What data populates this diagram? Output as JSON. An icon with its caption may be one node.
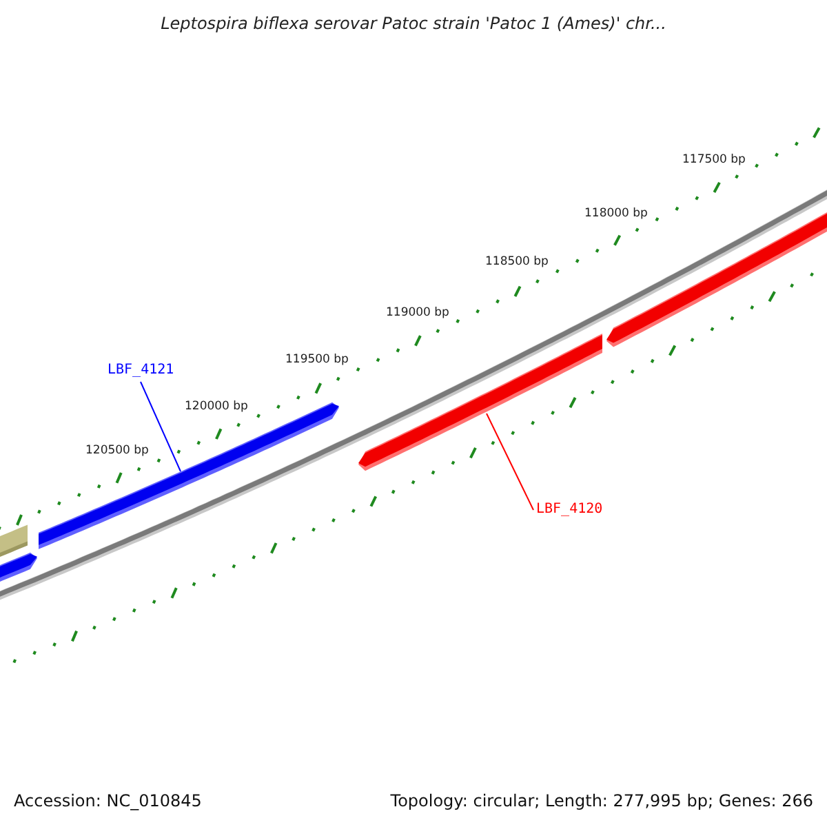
{
  "diagram": {
    "title": "Leptospira biflexa serovar Patoc strain 'Patoc 1 (Ames)' chr...",
    "nodes": [
      {
        "text": [
          "LBF_4121"
        ]
      },
      {
        "text": [],
        "shape": "bar"
      },
      {
        "text": [
          "LBF_4120"
        ]
      },
      {
        "text": [],
        "shape": "bar"
      }
    ],
    "edges": [
      {
        "from": 0,
        "to": 1,
        "arrow": "none",
        "color": "#0000ff"
      },
      {
        "from": 2,
        "to": 3,
        "arrow": "none",
        "color": "#ff0000"
      }
    ],
    "labels": [
      "117500 bp",
      "118000 bp",
      "118500 bp",
      "119000 bp",
      "119500 bp",
      "120000 bp",
      "120500 bp",
      "Accession: NC_010845",
      "Topology: circular; Length: 277,995 bp; Genes: 266"
    ]
  }
}
